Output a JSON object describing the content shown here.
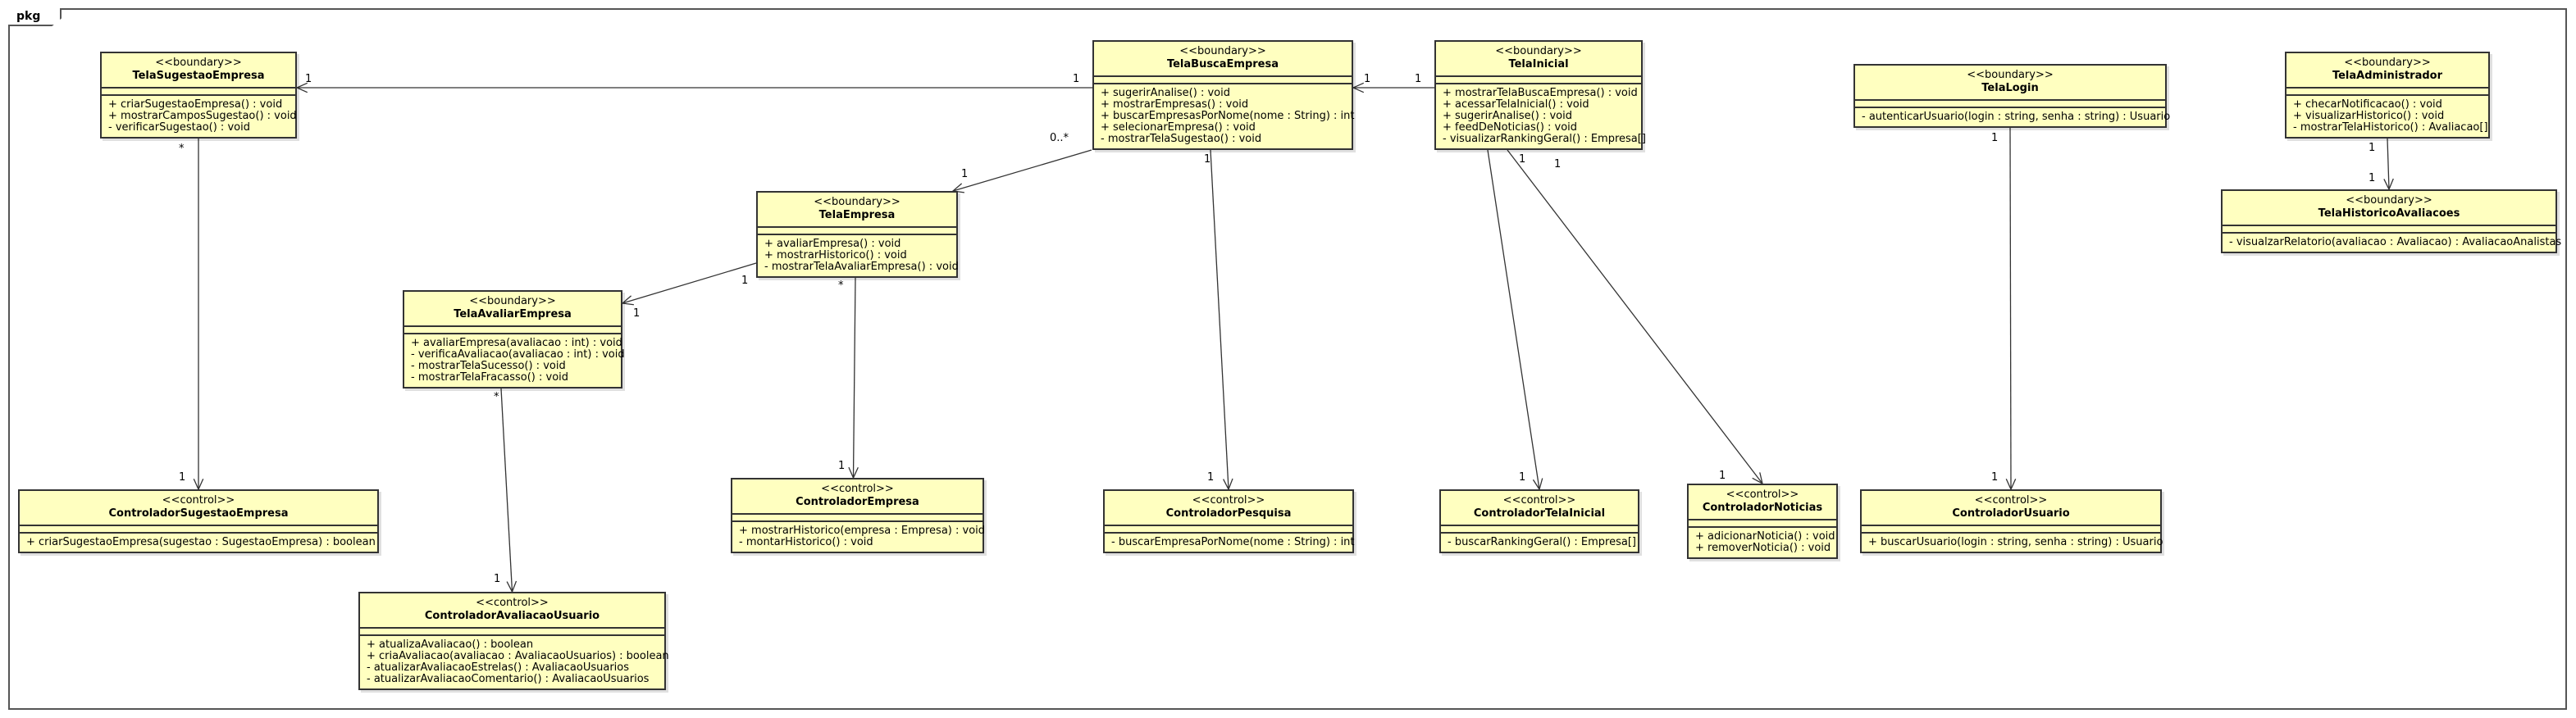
{
  "package_label": "pkg",
  "classes": [
    {
      "id": "TelaSugestaoEmpresa",
      "stereotype": "<<boundary>>",
      "name": "TelaSugestaoEmpresa",
      "ops": [
        "+ criarSugestaoEmpresa() : void",
        "+ mostrarCamposSugestao() : void",
        "- verificarSugestao() : void"
      ]
    },
    {
      "id": "TelaBuscaEmpresa",
      "stereotype": "<<boundary>>",
      "name": "TelaBuscaEmpresa",
      "ops": [
        "+ sugerirAnalise() : void",
        "+ mostrarEmpresas() : void",
        "+ buscarEmpresasPorNome(nome : String) : int",
        "+ selecionarEmpresa() : void",
        "- mostrarTelaSugestao() : void"
      ]
    },
    {
      "id": "TelaInicial",
      "stereotype": "<<boundary>>",
      "name": "TelaInicial",
      "ops": [
        "+ mostrarTelaBuscaEmpresa() : void",
        "+ acessarTelaInicial() : void",
        "+ sugerirAnalise() : void",
        "+ feedDeNoticias() : void",
        "- visualizarRankingGeral() : Empresa[]"
      ]
    },
    {
      "id": "TelaLogin",
      "stereotype": "<<boundary>>",
      "name": "TelaLogin",
      "ops": [
        "- autenticarUsuario(login : string, senha : string) : Usuario"
      ]
    },
    {
      "id": "TelaAdministrador",
      "stereotype": "<<boundary>>",
      "name": "TelaAdministrador",
      "ops": [
        "+ checarNotificacao() : void",
        "+ visualizarHistorico() : void",
        "- mostrarTelaHistorico() : Avaliacao[]"
      ]
    },
    {
      "id": "TelaHistoricoAvaliacoes",
      "stereotype": "<<boundary>>",
      "name": "TelaHistoricoAvaliacoes",
      "ops": [
        "- visualzarRelatorio(avaliacao : Avaliacao) : AvaliacaoAnalistas"
      ]
    },
    {
      "id": "TelaEmpresa",
      "stereotype": "<<boundary>>",
      "name": "TelaEmpresa",
      "ops": [
        "+ avaliarEmpresa() : void",
        "+ mostrarHistorico() : void",
        "- mostrarTelaAvaliarEmpresa() : void"
      ]
    },
    {
      "id": "TelaAvaliarEmpresa",
      "stereotype": "<<boundary>>",
      "name": "TelaAvaliarEmpresa",
      "ops": [
        "+ avaliarEmpresa(avaliacao : int) : void",
        "- verificaAvaliacao(avaliacao : int) : void",
        "- mostrarTelaSucesso() : void",
        "- mostrarTelaFracasso() : void"
      ]
    },
    {
      "id": "ControladorSugestaoEmpresa",
      "stereotype": "<<control>>",
      "name": "ControladorSugestaoEmpresa",
      "ops": [
        "+ criarSugestaoEmpresa(sugestao : SugestaoEmpresa) : boolean"
      ]
    },
    {
      "id": "ControladorEmpresa",
      "stereotype": "<<control>>",
      "name": "ControladorEmpresa",
      "ops": [
        "+ mostrarHistorico(empresa : Empresa) : void",
        "- montarHistorico() : void"
      ]
    },
    {
      "id": "ControladorPesquisa",
      "stereotype": "<<control>>",
      "name": "ControladorPesquisa",
      "ops": [
        "- buscarEmpresaPorNome(nome : String) : int"
      ]
    },
    {
      "id": "ControladorTelaInicial",
      "stereotype": "<<control>>",
      "name": "ControladorTelaInicial",
      "ops": [
        "- buscarRankingGeral() : Empresa[]"
      ]
    },
    {
      "id": "ControladorNoticias",
      "stereotype": "<<control>>",
      "name": "ControladorNoticias",
      "ops": [
        "+ adicionarNoticia() : void",
        "+ removerNoticia() : void"
      ]
    },
    {
      "id": "ControladorUsuario",
      "stereotype": "<<control>>",
      "name": "ControladorUsuario",
      "ops": [
        "+ buscarUsuario(login : string, senha : string) : Usuario"
      ]
    },
    {
      "id": "ControladorAvaliacaoUsuario",
      "stereotype": "<<control>>",
      "name": "ControladorAvaliacaoUsuario",
      "ops": [
        "+ atualizaAvaliacao() : boolean",
        "+ criaAvaliacao(avaliacao : AvaliacaoUsuarios) : boolean",
        "- atualizarAvaliacaoEstrelas() : AvaliacaoUsuarios",
        "- atualizarAvaliacaoComentario() : AvaliacaoUsuarios"
      ]
    }
  ],
  "associations": [
    {
      "from": "TelaBuscaEmpresa",
      "to": "TelaSugestaoEmpresa",
      "from_mult": "1",
      "to_mult": "1"
    },
    {
      "from": "TelaInicial",
      "to": "TelaBuscaEmpresa",
      "from_mult": "1",
      "to_mult": "1"
    },
    {
      "from": "TelaBuscaEmpresa",
      "to": "TelaEmpresa",
      "from_mult": "0..*",
      "to_mult": "1"
    },
    {
      "from": "TelaBuscaEmpresa",
      "to": "ControladorPesquisa",
      "from_mult": "1",
      "to_mult": "1"
    },
    {
      "from": "TelaInicial",
      "to": "ControladorTelaInicial",
      "from_mult": "1",
      "to_mult": "1"
    },
    {
      "from": "TelaInicial",
      "to": "ControladorNoticias",
      "from_mult": "1",
      "to_mult": "1"
    },
    {
      "from": "TelaLogin",
      "to": "ControladorUsuario",
      "from_mult": "1",
      "to_mult": "1"
    },
    {
      "from": "TelaAdministrador",
      "to": "TelaHistoricoAvaliacoes",
      "from_mult": "1",
      "to_mult": "1"
    },
    {
      "from": "TelaSugestaoEmpresa",
      "to": "ControladorSugestaoEmpresa",
      "from_mult": "*",
      "to_mult": "1"
    },
    {
      "from": "TelaEmpresa",
      "to": "TelaAvaliarEmpresa",
      "from_mult": "1",
      "to_mult": "1"
    },
    {
      "from": "TelaEmpresa",
      "to": "ControladorEmpresa",
      "from_mult": "*",
      "to_mult": "1"
    },
    {
      "from": "TelaAvaliarEmpresa",
      "to": "ControladorAvaliacaoUsuario",
      "from_mult": "*",
      "to_mult": "1"
    }
  ]
}
